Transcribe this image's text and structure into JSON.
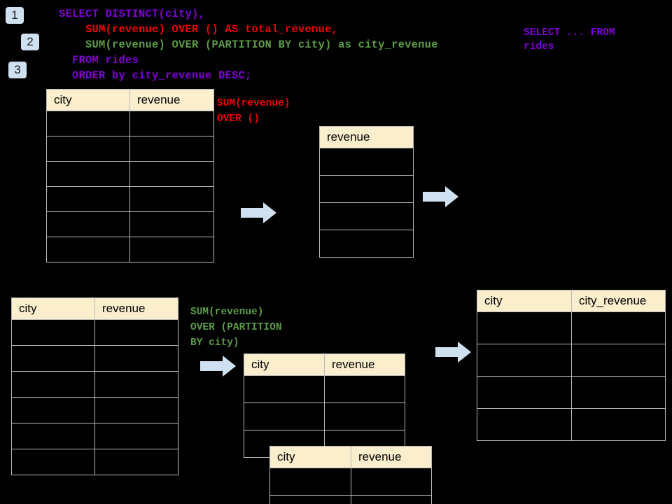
{
  "diagram": {
    "title": "SQL window function flow diagram",
    "background": "#000000",
    "colors": {
      "purple": "#8000d4",
      "red": "#ee0000",
      "green": "#5b9c47",
      "badge_bg": "#cfe0f1",
      "header_bg": "#fbeecd",
      "grid_line": "#b9b9b9",
      "arrow_fill": "#cfe0f1"
    }
  },
  "badges": [
    {
      "label": "1"
    },
    {
      "label": "2"
    },
    {
      "label": "3"
    }
  ],
  "sql": {
    "lines": [
      {
        "text": "SELECT DISTINCT(city),",
        "color": "purple"
      },
      {
        "text": "    SUM(revenue) OVER () AS total_revenue,",
        "color": "red"
      },
      {
        "text": "    SUM(revenue) OVER (PARTITION BY city) as city_revenue",
        "color": "green"
      },
      {
        "text": "  FROM rides",
        "color": "purple"
      },
      {
        "text": "  ORDER by city_revenue DESC;",
        "color": "purple"
      }
    ]
  },
  "annotations": {
    "select_from": {
      "line1": "SELECT ... FROM",
      "line2": "rides",
      "color": "purple"
    },
    "sum_over_empty": {
      "line1": "SUM(revenue)",
      "line2": "OVER ()",
      "color": "red"
    },
    "sum_over_partition": {
      "line1": "SUM(revenue)",
      "line2": "OVER (PARTITION",
      "line3": "BY city)",
      "color": "green"
    }
  },
  "tables": {
    "source_top": {
      "name": "source-rides-table",
      "headers": [
        "city",
        "revenue"
      ],
      "data_rows": 6
    },
    "total_revenue": {
      "name": "total-revenue-table",
      "headers": [
        "revenue"
      ],
      "data_rows": 4
    },
    "source_bottom": {
      "name": "source-rides-table-partitioned",
      "headers": [
        "city",
        "revenue"
      ],
      "data_rows": 6
    },
    "partition_back": {
      "name": "partition-group-table-back",
      "headers": [
        "city",
        "revenue"
      ],
      "data_rows": 3
    },
    "partition_front": {
      "name": "partition-group-table-front",
      "headers": [
        "city",
        "revenue"
      ],
      "data_rows": 2
    },
    "result": {
      "name": "result-city-revenue-table",
      "headers": [
        "city",
        "city_revenue"
      ],
      "data_rows": 4
    }
  },
  "arrows": [
    {
      "name": "arrow-source-to-total"
    },
    {
      "name": "arrow-total-to-result"
    },
    {
      "name": "arrow-source-to-partition"
    },
    {
      "name": "arrow-partition-to-result"
    }
  ]
}
